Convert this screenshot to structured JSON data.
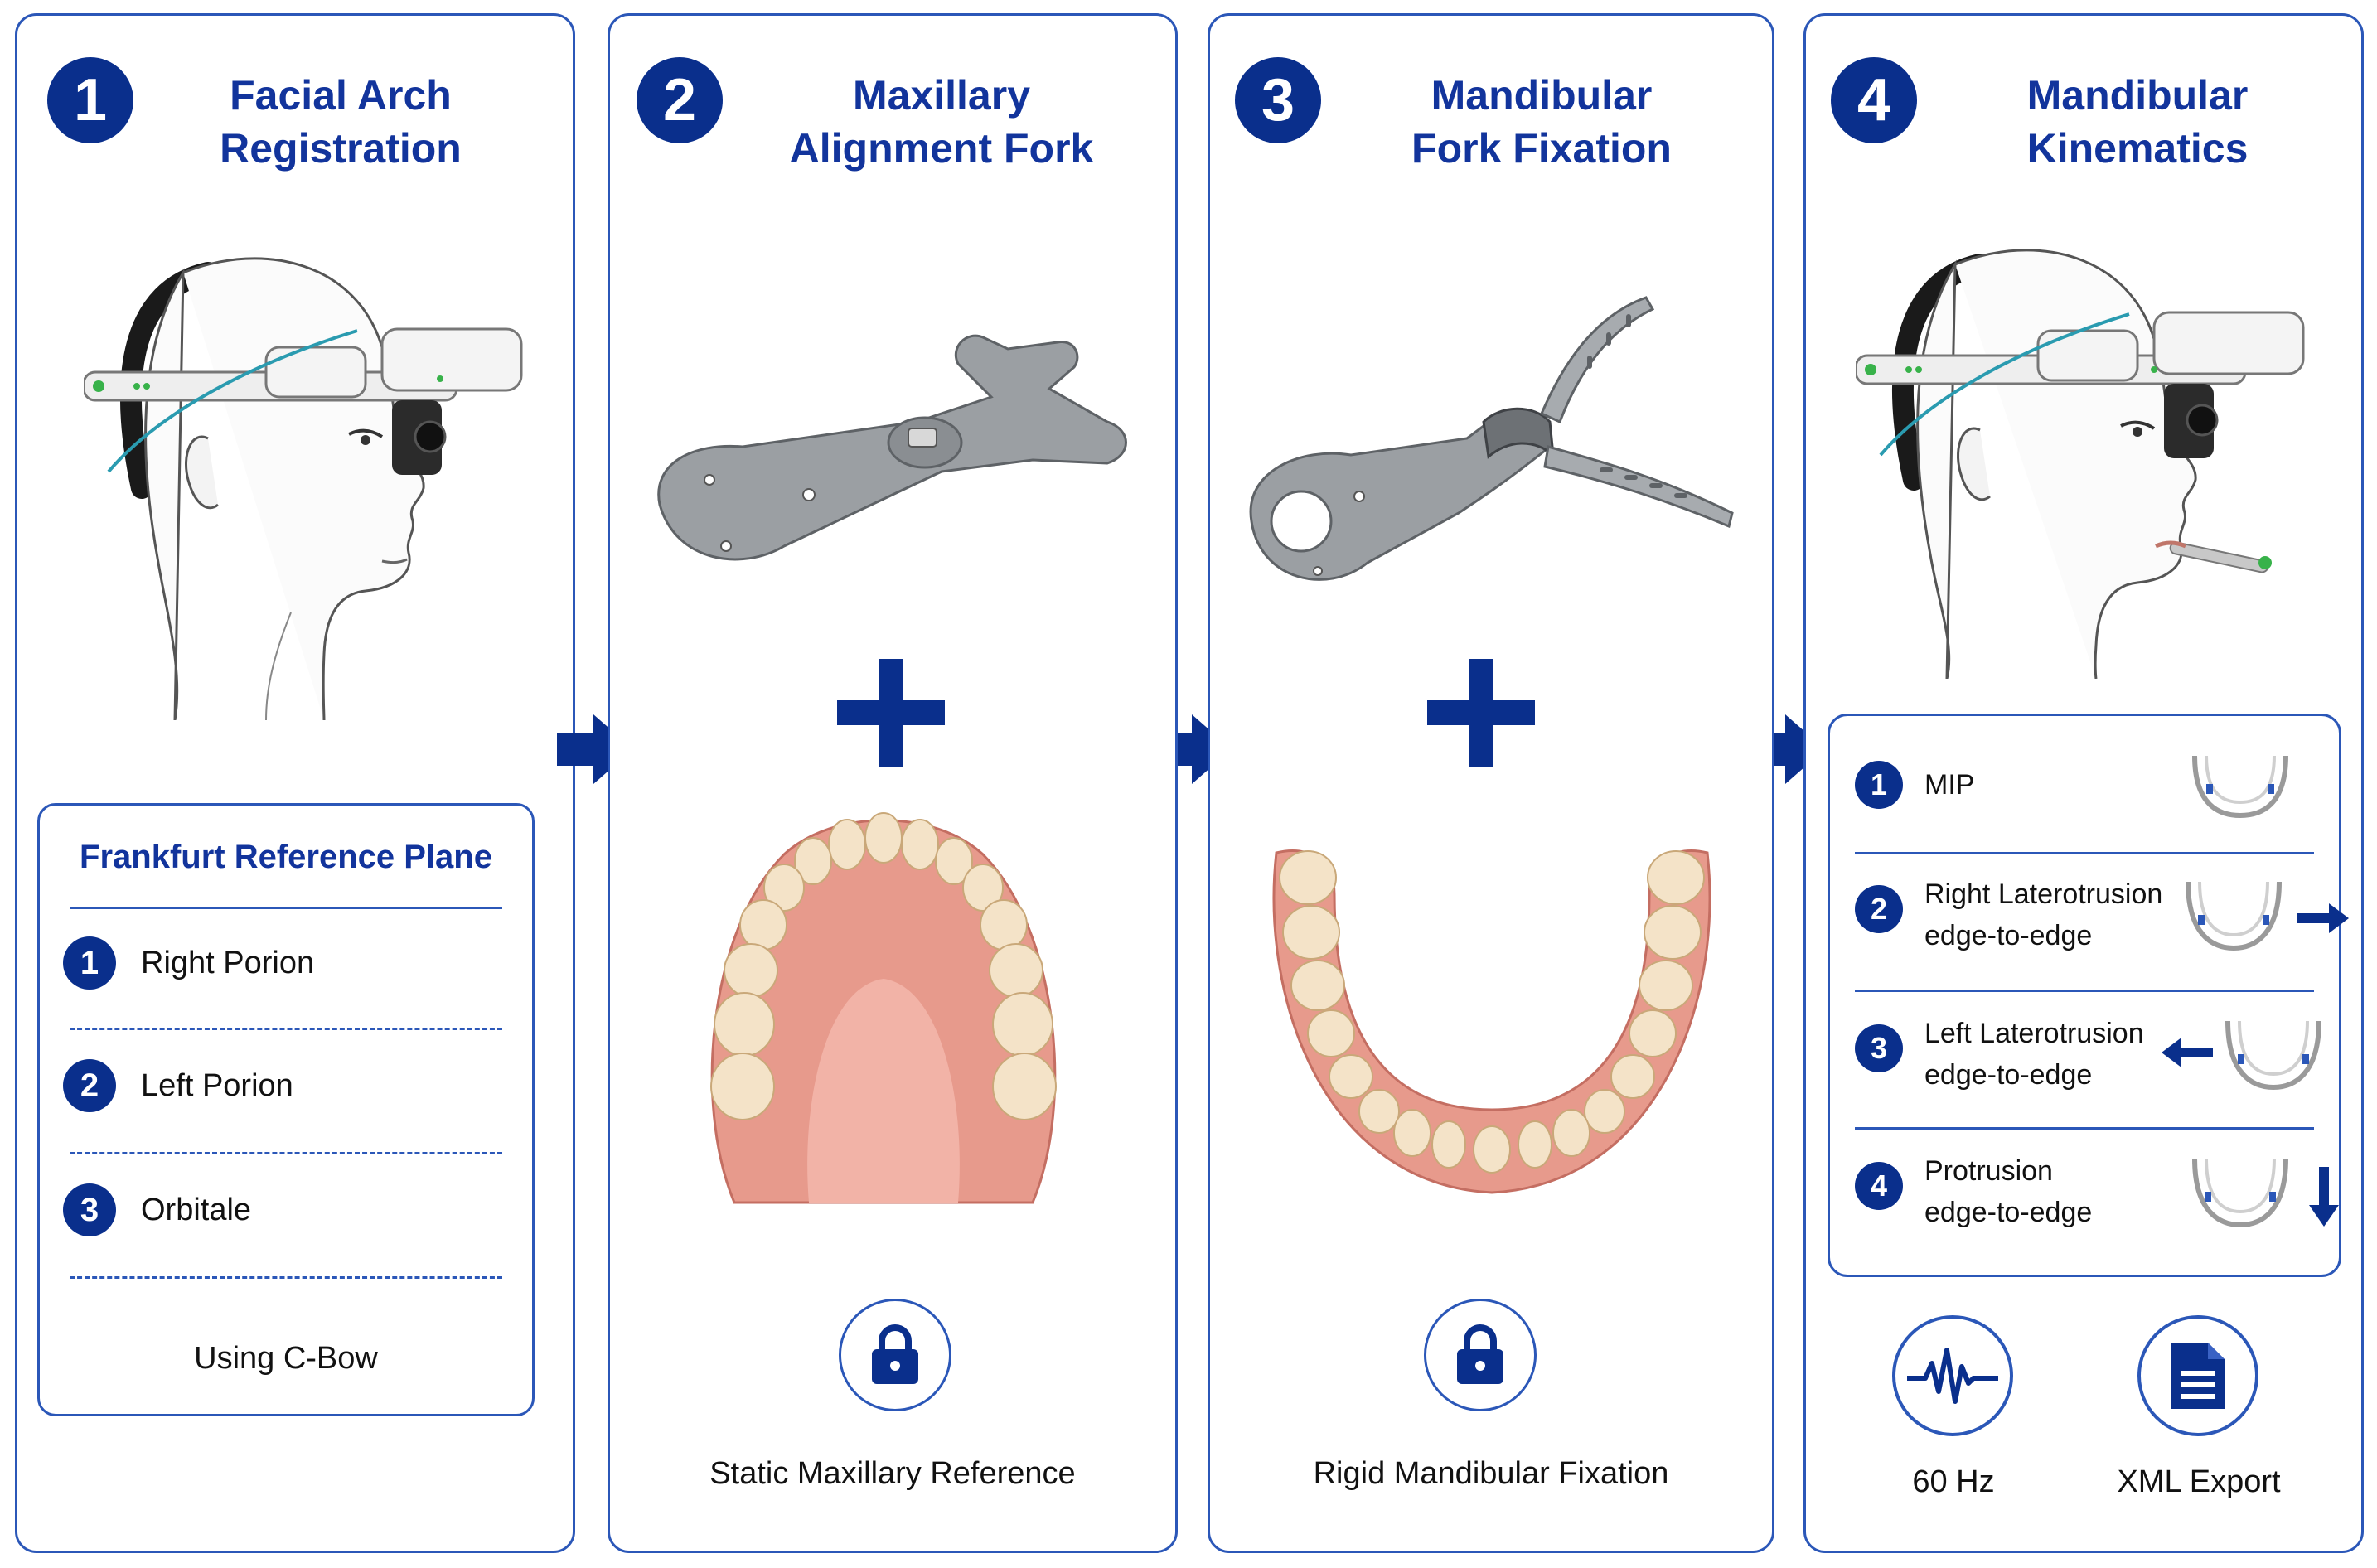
{
  "colors": {
    "accent": "#0a2f8c",
    "border": "#2b57b8",
    "title": "#12349c",
    "gum": "#e79a8c",
    "tooth": "#f4e3c8",
    "metal": "#8c9094"
  },
  "steps": [
    {
      "number": "1",
      "title_line1": "Facial Arch",
      "title_line2": "Registration",
      "icon": "face-bow-head-illustration"
    },
    {
      "number": "2",
      "title_line1": "Maxillary",
      "title_line2": "Alignment Fork",
      "icon": "maxillary-fork-illustration",
      "caption": "Static Maxillary Reference",
      "caption_icon": "lock-icon"
    },
    {
      "number": "3",
      "title_line1": "Mandibular",
      "title_line2": "Fork Fixation",
      "icon": "mandibular-fork-illustration",
      "caption": "Rigid Mandibular Fixation",
      "caption_icon": "lock-icon"
    },
    {
      "number": "4",
      "title_line1": "Mandibular",
      "title_line2": "Kinematics",
      "icon": "kinematics-head-illustration"
    }
  ],
  "reference_plane": {
    "title": "Frankfurt Reference Plane",
    "points": [
      {
        "number": "1",
        "label": "Right Porion"
      },
      {
        "number": "2",
        "label": "Left Porion"
      },
      {
        "number": "3",
        "label": "Orbitale"
      }
    ],
    "note": "Using C-Bow"
  },
  "movements": [
    {
      "number": "1",
      "line1": "MIP",
      "line2": "",
      "arrow": "none"
    },
    {
      "number": "2",
      "line1": "Right Laterotrusion",
      "line2": "edge-to-edge",
      "arrow": "right"
    },
    {
      "number": "3",
      "line1": "Left Laterotrusion",
      "line2": "edge-to-edge",
      "arrow": "left"
    },
    {
      "number": "4",
      "line1": "Protrusion",
      "line2": "edge-to-edge",
      "arrow": "down"
    }
  ],
  "features": [
    {
      "label": "60 Hz",
      "icon": "waveform-icon"
    },
    {
      "label": "XML Export",
      "icon": "document-icon"
    }
  ]
}
